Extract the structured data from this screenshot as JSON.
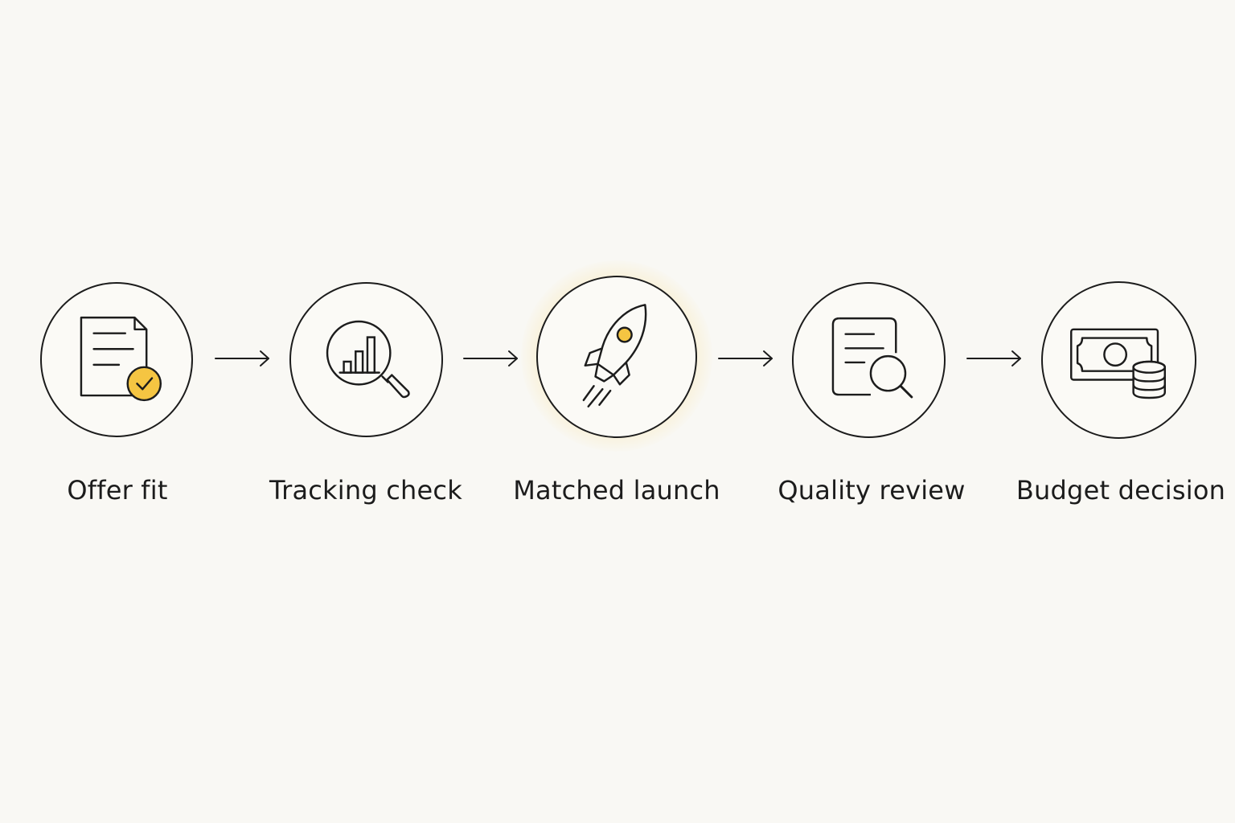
{
  "diagram": {
    "steps": [
      {
        "label": "Offer fit",
        "icon": "document-check-icon",
        "highlighted": false
      },
      {
        "label": "Tracking check",
        "icon": "chart-magnifier-icon",
        "highlighted": false
      },
      {
        "label": "Matched launch",
        "icon": "rocket-icon",
        "highlighted": true
      },
      {
        "label": "Quality review",
        "icon": "document-search-icon",
        "highlighted": false
      },
      {
        "label": "Budget decision",
        "icon": "money-coins-icon",
        "highlighted": false
      }
    ],
    "connectors": [
      "arrow-right-icon",
      "arrow-right-icon",
      "arrow-right-icon",
      "arrow-right-icon"
    ]
  },
  "colors": {
    "background": "#f9f8f4",
    "stroke": "#1c1c1c",
    "accent": "#f5c542",
    "glow": "#f9d56e"
  }
}
